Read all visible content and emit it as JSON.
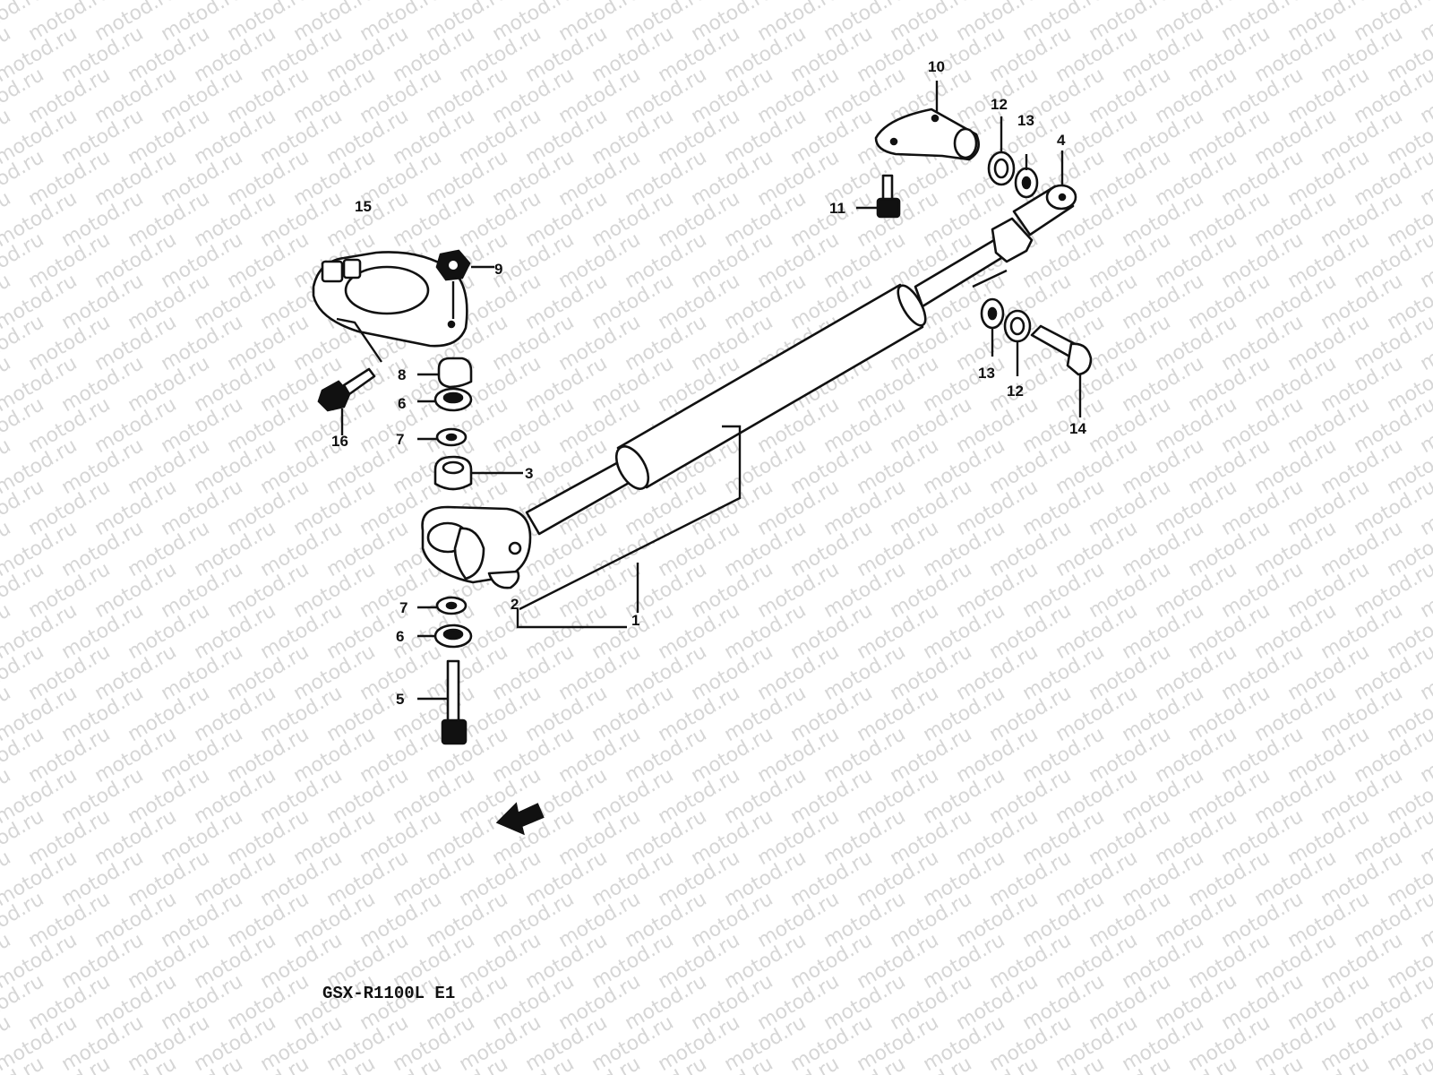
{
  "watermark": "motod.ru",
  "model_label": "GSX-R1100L E1",
  "callouts": [
    "1",
    "2",
    "3",
    "4",
    "5",
    "6",
    "6",
    "7",
    "7",
    "8",
    "9",
    "10",
    "11",
    "12",
    "12",
    "13",
    "13",
    "14",
    "15",
    "16"
  ],
  "icons": [
    "front-direction-arrow-icon"
  ],
  "colors": {
    "ink": "#111111",
    "watermark": "#d6d6d6",
    "background": "#ffffff"
  }
}
